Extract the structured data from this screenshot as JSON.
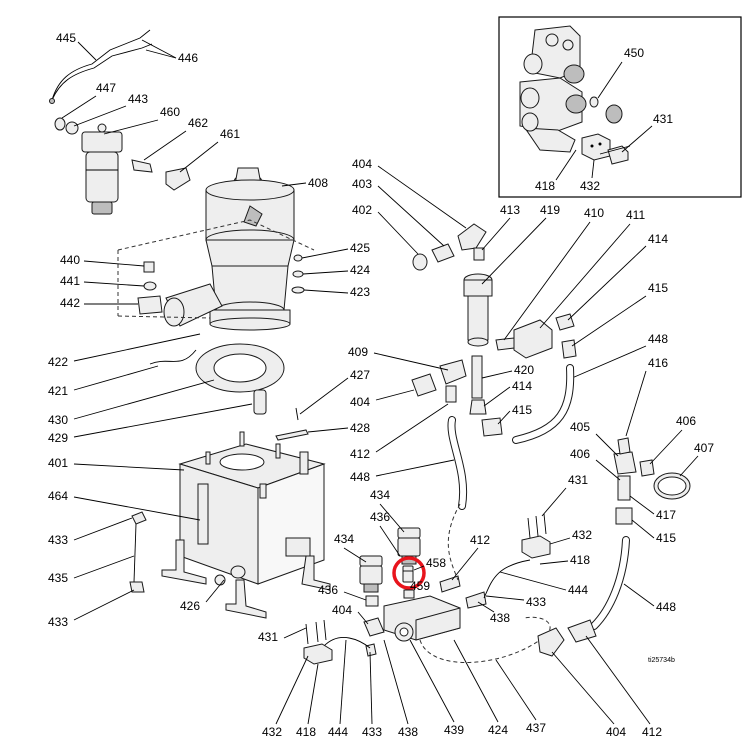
{
  "labels": {
    "l445": "445",
    "l446": "446",
    "l447": "447",
    "l443": "443",
    "l460": "460",
    "l462": "462",
    "l461": "461",
    "l408": "408",
    "l404a": "404",
    "l403": "403",
    "l402": "402",
    "l413": "413",
    "l419": "419",
    "l410": "410",
    "l411": "411",
    "l414a": "414",
    "l415a": "415",
    "l448a": "448",
    "l416": "416",
    "l425": "425",
    "l424a": "424",
    "l423": "423",
    "l440": "440",
    "l441": "441",
    "l442": "442",
    "l422": "422",
    "l421": "421",
    "l430": "430",
    "l429": "429",
    "l409": "409",
    "l427": "427",
    "l404b": "404",
    "l420": "420",
    "l414b": "414",
    "l415b": "415",
    "l428": "428",
    "l412a": "412",
    "l448b": "448",
    "l401": "401",
    "l464": "464",
    "l433a": "433",
    "l435": "435",
    "l433b": "433",
    "l426": "426",
    "l434a": "434",
    "l436a": "436",
    "l434b": "434",
    "l458": "458",
    "l459": "459",
    "l436b": "436",
    "l404c": "404",
    "l431a": "431",
    "l412b": "412",
    "l438a": "438",
    "l433c": "433",
    "l444a": "444",
    "l431b": "431",
    "l432a": "432",
    "l418a": "418",
    "l405": "405",
    "l406a": "406",
    "l406b": "406",
    "l407": "407",
    "l417": "417",
    "l415c": "415",
    "l448c": "448",
    "l450": "450",
    "l431c": "431",
    "l418b": "418",
    "l432b": "432",
    "l432c": "432",
    "l418c": "418",
    "l444b": "444",
    "l433d": "433",
    "l438b": "438",
    "l439": "439",
    "l424b": "424",
    "l437": "437",
    "l404d": "404",
    "l412c": "412"
  },
  "figure_id": "ti25734b",
  "highlight": {
    "target": "458",
    "color": "#e8141c"
  }
}
